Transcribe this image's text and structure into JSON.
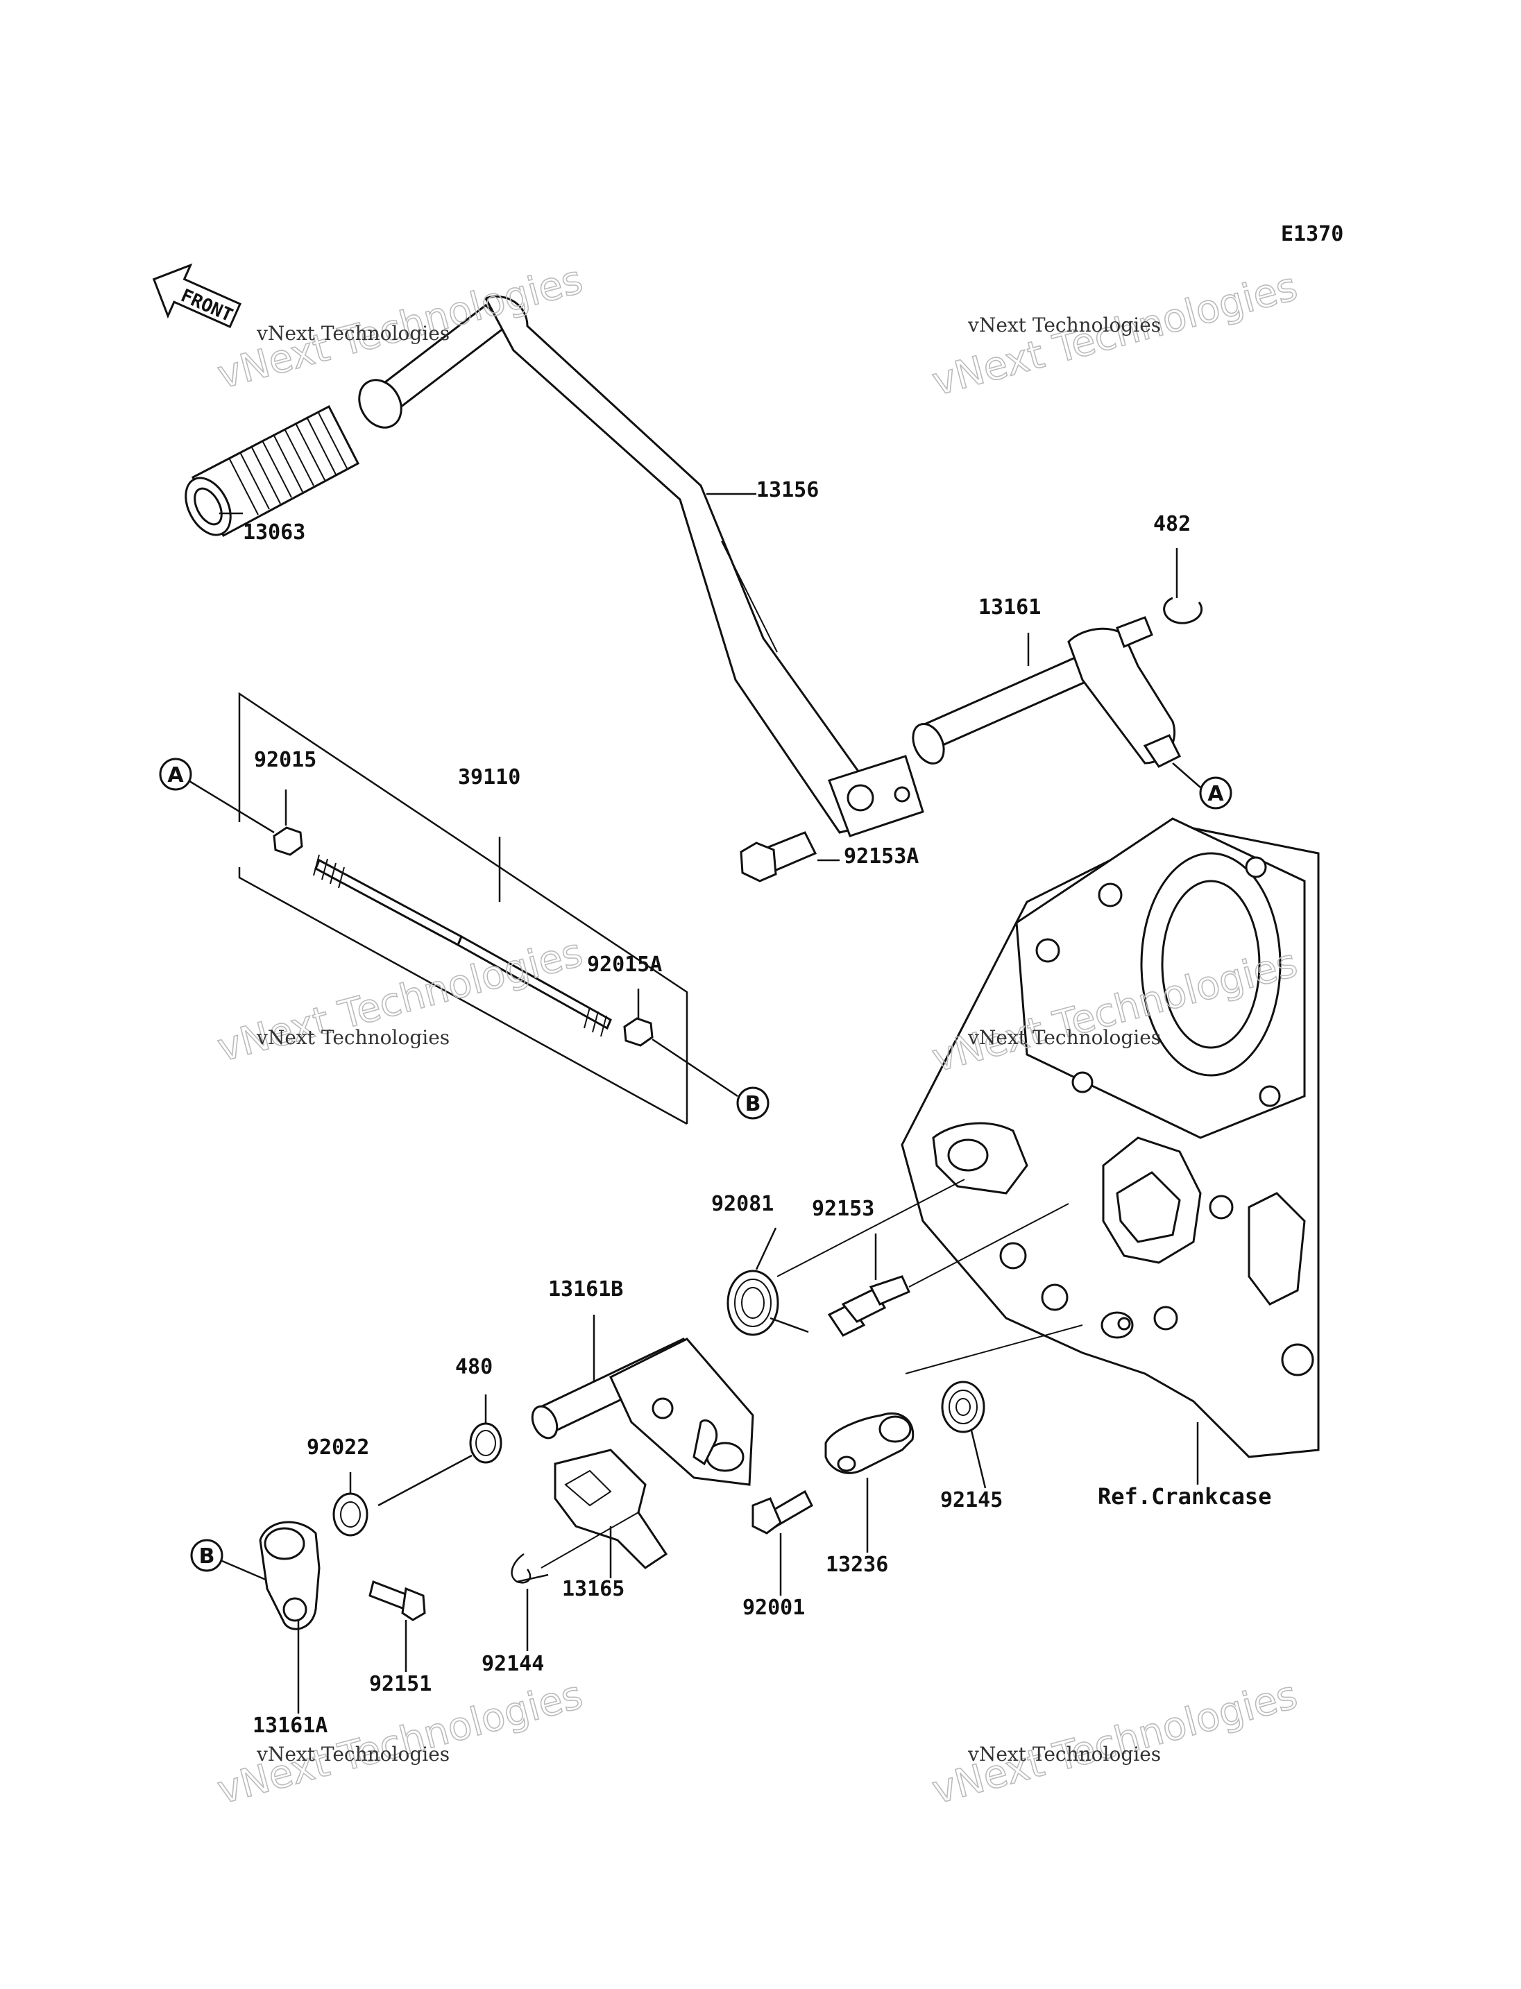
{
  "diagram_id": "E1370",
  "direction_arrow": "FRONT",
  "reference_label": "Ref.Crankcase",
  "connector_labels": {
    "a": "A",
    "b": "B"
  },
  "watermark": {
    "line1": "vNext Technologies",
    "line2": "vNext Technologies"
  },
  "parts": [
    {
      "number": "13063",
      "name": "footrest-rubber"
    },
    {
      "number": "13156",
      "name": "shift-pedal-lever"
    },
    {
      "number": "482",
      "name": "circlip"
    },
    {
      "number": "13161",
      "name": "shift-shaft"
    },
    {
      "number": "92015",
      "name": "nut"
    },
    {
      "number": "39110",
      "name": "tie-rod"
    },
    {
      "number": "92153A",
      "name": "bolt"
    },
    {
      "number": "92015A",
      "name": "nut"
    },
    {
      "number": "92081",
      "name": "spring"
    },
    {
      "number": "92153",
      "name": "bolt"
    },
    {
      "number": "13161B",
      "name": "shift-shaft-assembly"
    },
    {
      "number": "480",
      "name": "circlip"
    },
    {
      "number": "92022",
      "name": "washer"
    },
    {
      "number": "92144",
      "name": "spring"
    },
    {
      "number": "13165",
      "name": "ratchet-plate"
    },
    {
      "number": "92001",
      "name": "bolt"
    },
    {
      "number": "13236",
      "name": "positioning-lever"
    },
    {
      "number": "92145",
      "name": "spring"
    },
    {
      "number": "92151",
      "name": "bolt"
    },
    {
      "number": "13161A",
      "name": "shift-lever"
    }
  ]
}
